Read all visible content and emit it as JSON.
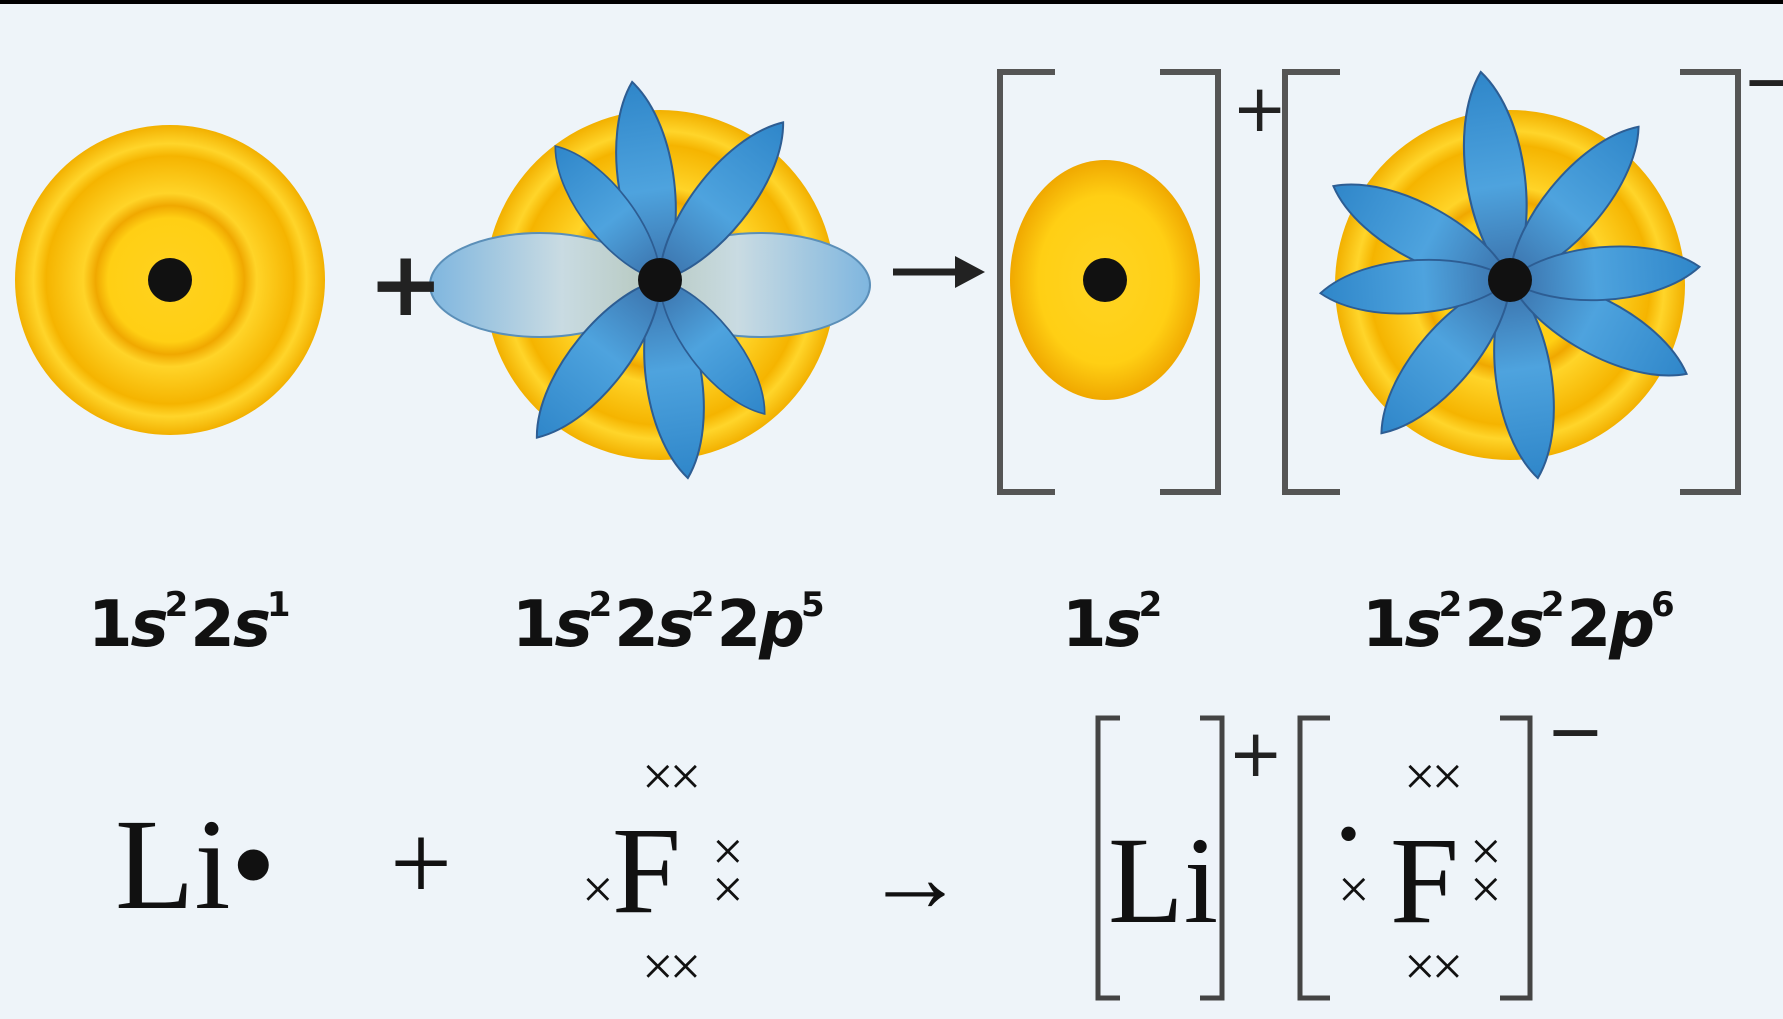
{
  "top_row": {
    "configs": {
      "li": [
        "1",
        "s",
        "2",
        "2",
        "s",
        "1"
      ],
      "f": [
        "1",
        "s",
        "2",
        "2",
        "s",
        "2",
        "2",
        "p",
        "5"
      ],
      "li_ion": [
        "1",
        "s",
        "2"
      ],
      "f_ion": [
        "1",
        "s",
        "2",
        "2",
        "s",
        "2",
        "2",
        "p",
        "6"
      ]
    },
    "plus": "+",
    "arrow": "→",
    "cation_charge": "+",
    "anion_charge": "−"
  },
  "bottom_row": {
    "li_dot": "Li•",
    "plus": "+",
    "f": "F",
    "arrow": "→",
    "li": "Li",
    "f_ion": "F",
    "cation_charge": "+",
    "anion_charge": "−",
    "cross": "×",
    "dot": "•",
    "pair": "××"
  },
  "colors": {
    "background": "#eef4f9",
    "s_orbital": "#f7c21a",
    "p_orbital": "#3a8fd0",
    "nucleus": "#111111"
  }
}
